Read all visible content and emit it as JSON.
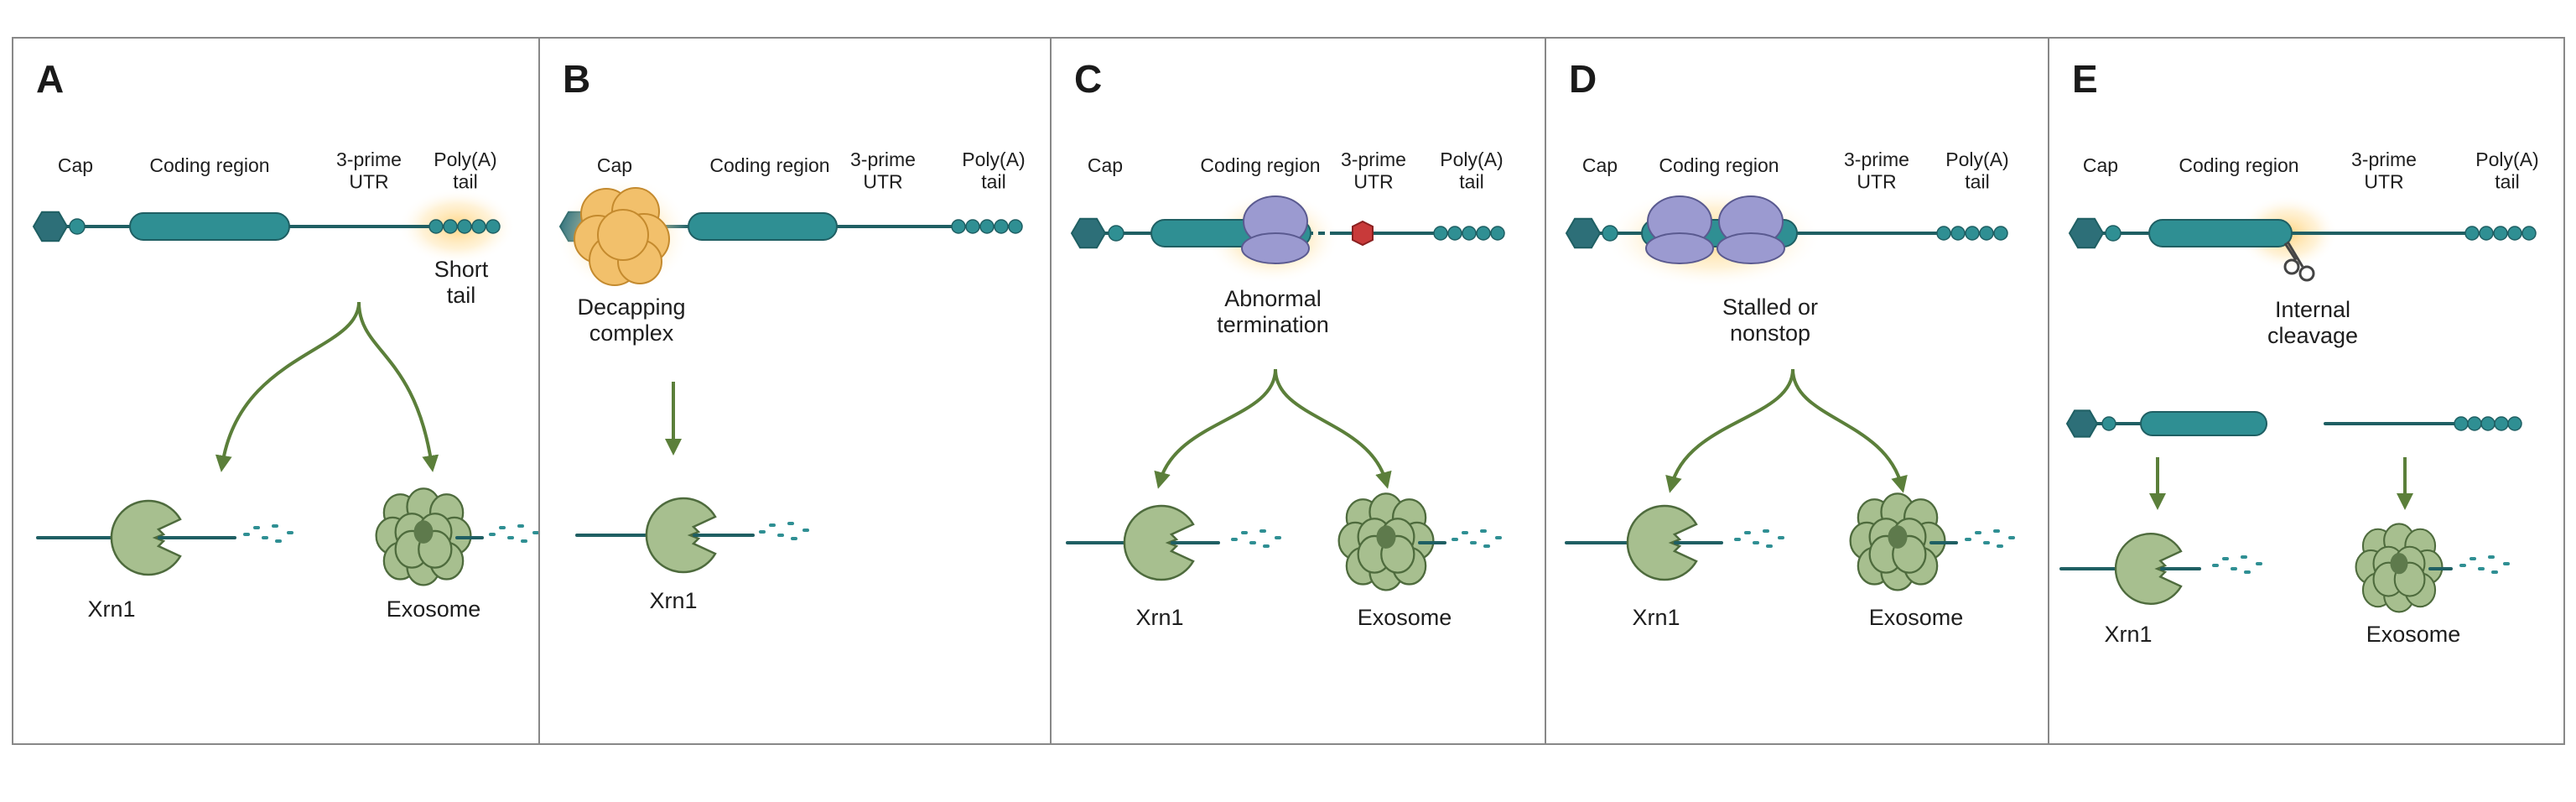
{
  "colors": {
    "rna": "#2f8f93",
    "rna_dark": "#1f5f63",
    "cap": "#2d6f78",
    "decay_enzyme": "#a7bf8f",
    "enzyme_dark": "#4e6b3d",
    "arrow": "#5b7f3a",
    "ribosome": "#9b9ad0",
    "decapping": "#f2c06b",
    "stop_marker": "#c83a3a",
    "highlight": "#ffd27a",
    "border": "#888888"
  },
  "panels": [
    {
      "letter": "A",
      "labels": {
        "cap": "Cap",
        "coding": "Coding region",
        "utr": "3-prime\nUTR",
        "polya": "Poly(A)\ntail"
      },
      "event_label": "Short\ntail",
      "enzymes": [
        {
          "name": "Xrn1"
        },
        {
          "name": "Exosome"
        }
      ]
    },
    {
      "letter": "B",
      "labels": {
        "cap": "Cap",
        "coding": "Coding region",
        "utr": "3-prime\nUTR",
        "polya": "Poly(A)\ntail"
      },
      "event_label": "Decapping\ncomplex",
      "enzymes": [
        {
          "name": "Xrn1"
        }
      ]
    },
    {
      "letter": "C",
      "labels": {
        "cap": "Cap",
        "coding": "Coding region",
        "utr": "3-prime\nUTR",
        "polya": "Poly(A)\ntail"
      },
      "event_label": "Abnormal\ntermination",
      "enzymes": [
        {
          "name": "Xrn1"
        },
        {
          "name": "Exosome"
        }
      ]
    },
    {
      "letter": "D",
      "labels": {
        "cap": "Cap",
        "coding": "Coding region",
        "utr": "3-prime\nUTR",
        "polya": "Poly(A)\ntail"
      },
      "event_label": "Stalled or\nnonstop",
      "enzymes": [
        {
          "name": "Xrn1"
        },
        {
          "name": "Exosome"
        }
      ]
    },
    {
      "letter": "E",
      "labels": {
        "cap": "Cap",
        "coding": "Coding region",
        "utr": "3-prime\nUTR",
        "polya": "Poly(A)\ntail"
      },
      "event_label": "Internal\ncleavage",
      "enzymes": [
        {
          "name": "Xrn1"
        },
        {
          "name": "Exosome"
        }
      ]
    }
  ]
}
